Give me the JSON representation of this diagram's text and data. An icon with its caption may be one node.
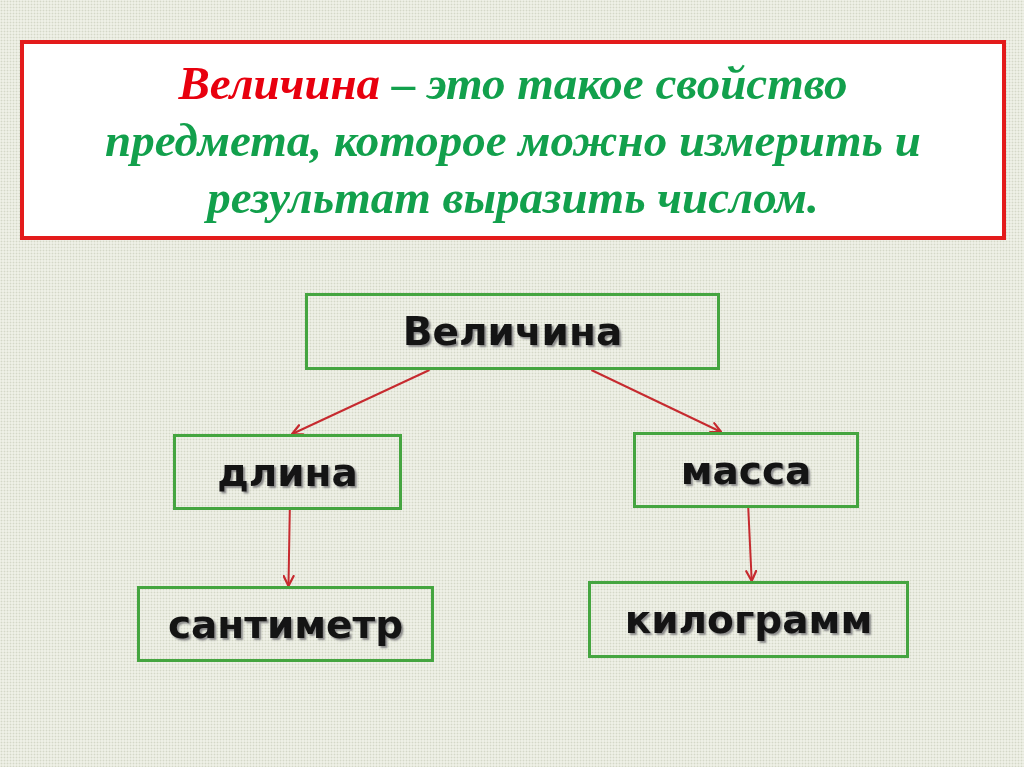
{
  "diagram": {
    "nodes": [
      {
        "text": [
          "**Величина** – это такое свойство предмета, которое можно измерить и результат выразить числом."
        ]
      },
      {
        "text": [
          "Величина"
        ]
      },
      {
        "text": [
          "длина"
        ]
      },
      {
        "text": [
          "масса"
        ]
      },
      {
        "text": [
          "сантиметр"
        ]
      },
      {
        "text": [
          "килограмм"
        ]
      }
    ],
    "edges": [
      {
        "from": 1,
        "to": 2,
        "arrow": "to"
      },
      {
        "from": 1,
        "to": 3,
        "arrow": "to"
      },
      {
        "from": 2,
        "to": 4,
        "arrow": "to"
      },
      {
        "from": 3,
        "to": 5,
        "arrow": "to"
      }
    ]
  }
}
